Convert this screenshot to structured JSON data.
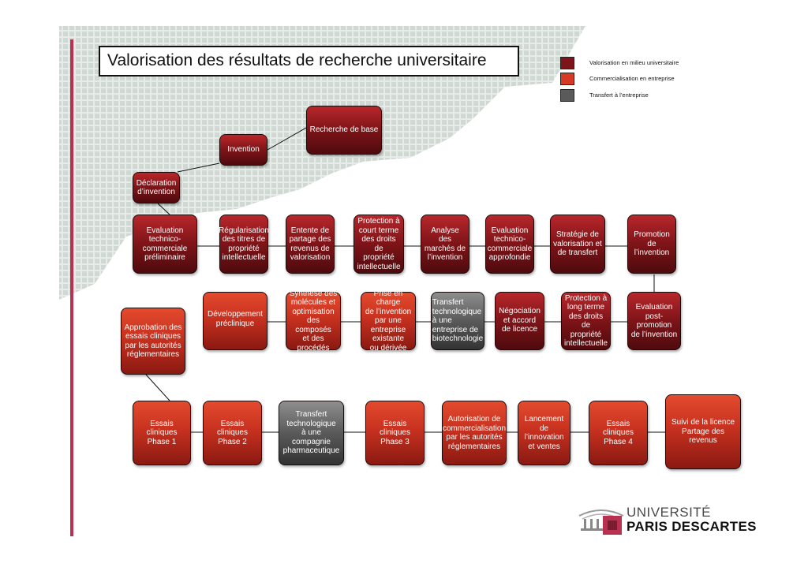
{
  "title": "Valorisation des résultats de recherche universitaire",
  "legend": [
    {
      "label": "Valorisation en milieu universitaire",
      "color": "#7d1418"
    },
    {
      "label": "Commercialisation en entreprise",
      "color": "#d63a24"
    },
    {
      "label": "Transfert à l’entreprise",
      "color": "#5a5a5a"
    }
  ],
  "nodes": {
    "recherche": "Recherche de base",
    "invention": "Invention",
    "declaration": "Déclaration\nd’invention",
    "eval_prelim": "Evaluation\ntechnico-\ncommerciale\npréliminaire",
    "regularisation": "Régularisation\ndes titres de\npropriété\nintellectuelle",
    "entente": "Entente de\npartage des\nrevenus de\nvalorisation",
    "protection_court": "Protection à\ncourt terme\ndes droits de\npropriété\nintellectuelle",
    "analyse": "Analyse des\nmarchés de\nl’invention",
    "eval_approf": "Evaluation\ntechnico-\ncommerciale\napprofondie",
    "strategie": "Stratégie de\nvalorisation et\nde transfert",
    "promotion": "Promotion\nde\nl’invention",
    "approbation": "Approbation des\nessais cliniques\npar les autorités\nréglementaires",
    "developpement": "Développement\npréclinique",
    "synthese": "Synthèse des\nmolécules et\noptimisation\ndes composés\net des procédés",
    "prise_charge": "Prise en charge\nde l’invention\npar une\nentreprise\nexistante\nou dérivée",
    "transfert_biotech": "Transfert\ntechnologique\nà une\nentreprise de\nbiotechnologie",
    "negociation": "Négociation\net accord\nde licence",
    "protection_long": "Protection à\nlong terme\ndes droits de\npropriété\nintellectuelle",
    "eval_post": "Evaluation\npost-promotion\nde l’invention",
    "essais1": "Essais cliniques\nPhase 1",
    "essais2": "Essais cliniques\nPhase 2",
    "transfert_pharma": "Transfert\ntechnologique\nà une compagnie\npharmaceutique",
    "essais3": "Essais cliniques\nPhase 3",
    "autorisation": "Autorisation de\ncommercialisation\npar les autorités\nréglementaires",
    "lancement": "Lancement de\nl’innovation\net ventes",
    "essais4": "Essais cliniques\nPhase 4",
    "suivi": "Suivi de la licence\nPartage des revenus"
  },
  "logo": {
    "line1": "UNIVERSITÉ",
    "line2": "PARIS DESCARTES"
  }
}
